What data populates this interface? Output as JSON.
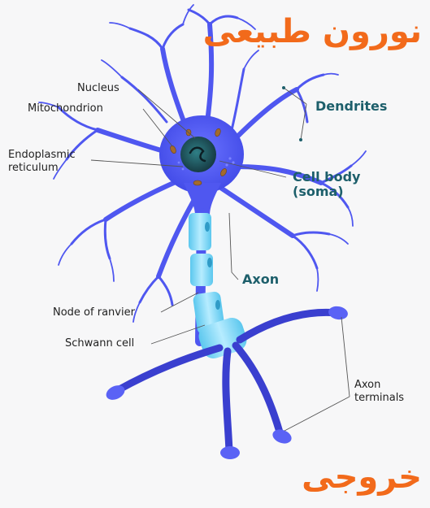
{
  "title": "نورون طبیعی",
  "footer": "خروجی",
  "labels": {
    "nucleus": "Nucleus",
    "mitochondrion": "Mitochondrion",
    "er_line1": "Endoplasmic",
    "er_line2": "reticulum",
    "node": "Node of ranvier",
    "schwann": "Schwann cell",
    "axon_terminals_line1": "Axon",
    "axon_terminals_line2": "terminals"
  },
  "headings": {
    "dendrites": "Dendrites",
    "cell_body_line1": "Cell body",
    "cell_body_line2": "(soma)",
    "axon": "Axon"
  },
  "colors": {
    "neuron": "#4f57f0",
    "neuron_dark": "#3a3fcf",
    "nucleus": "#1f4a57",
    "myelin": "#7fd8f2",
    "heading": "#1d5f6b",
    "title": "#f26a1b"
  }
}
